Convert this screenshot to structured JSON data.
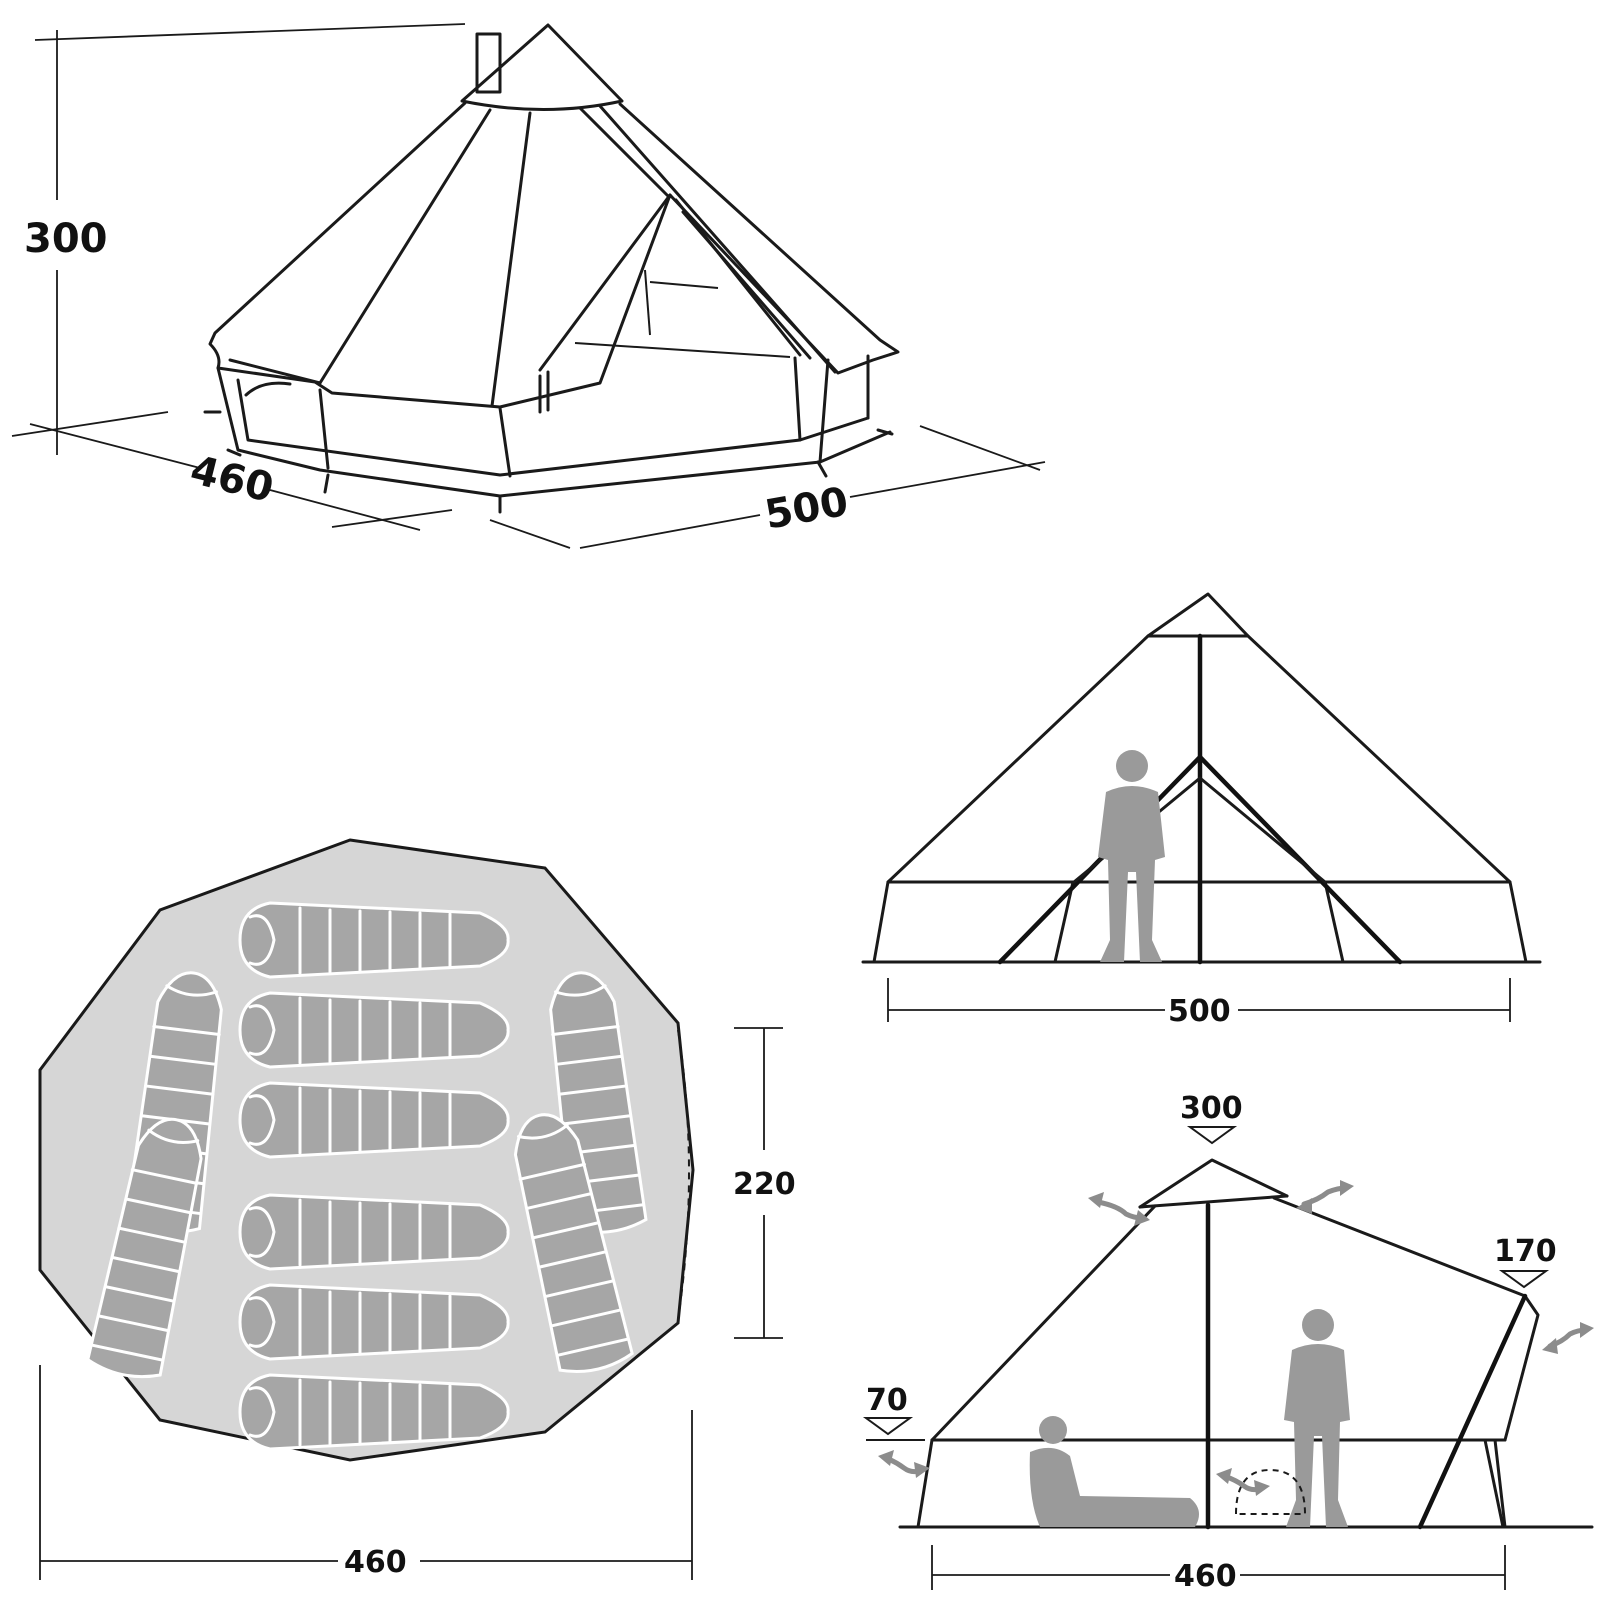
{
  "iso_view": {
    "height": "300",
    "depth": "460",
    "width": "500"
  },
  "floor_plan": {
    "width": "460",
    "door_width": "220"
  },
  "front_view": {
    "width": "500"
  },
  "side_view": {
    "peak_height": "300",
    "door_height": "170",
    "wall_height": "70",
    "width": "460"
  },
  "colors": {
    "line": "#1a1a1a",
    "silhouette": "#9a9a9a",
    "floor": "#d6d6d6",
    "arrow": "#8c8c8c"
  }
}
